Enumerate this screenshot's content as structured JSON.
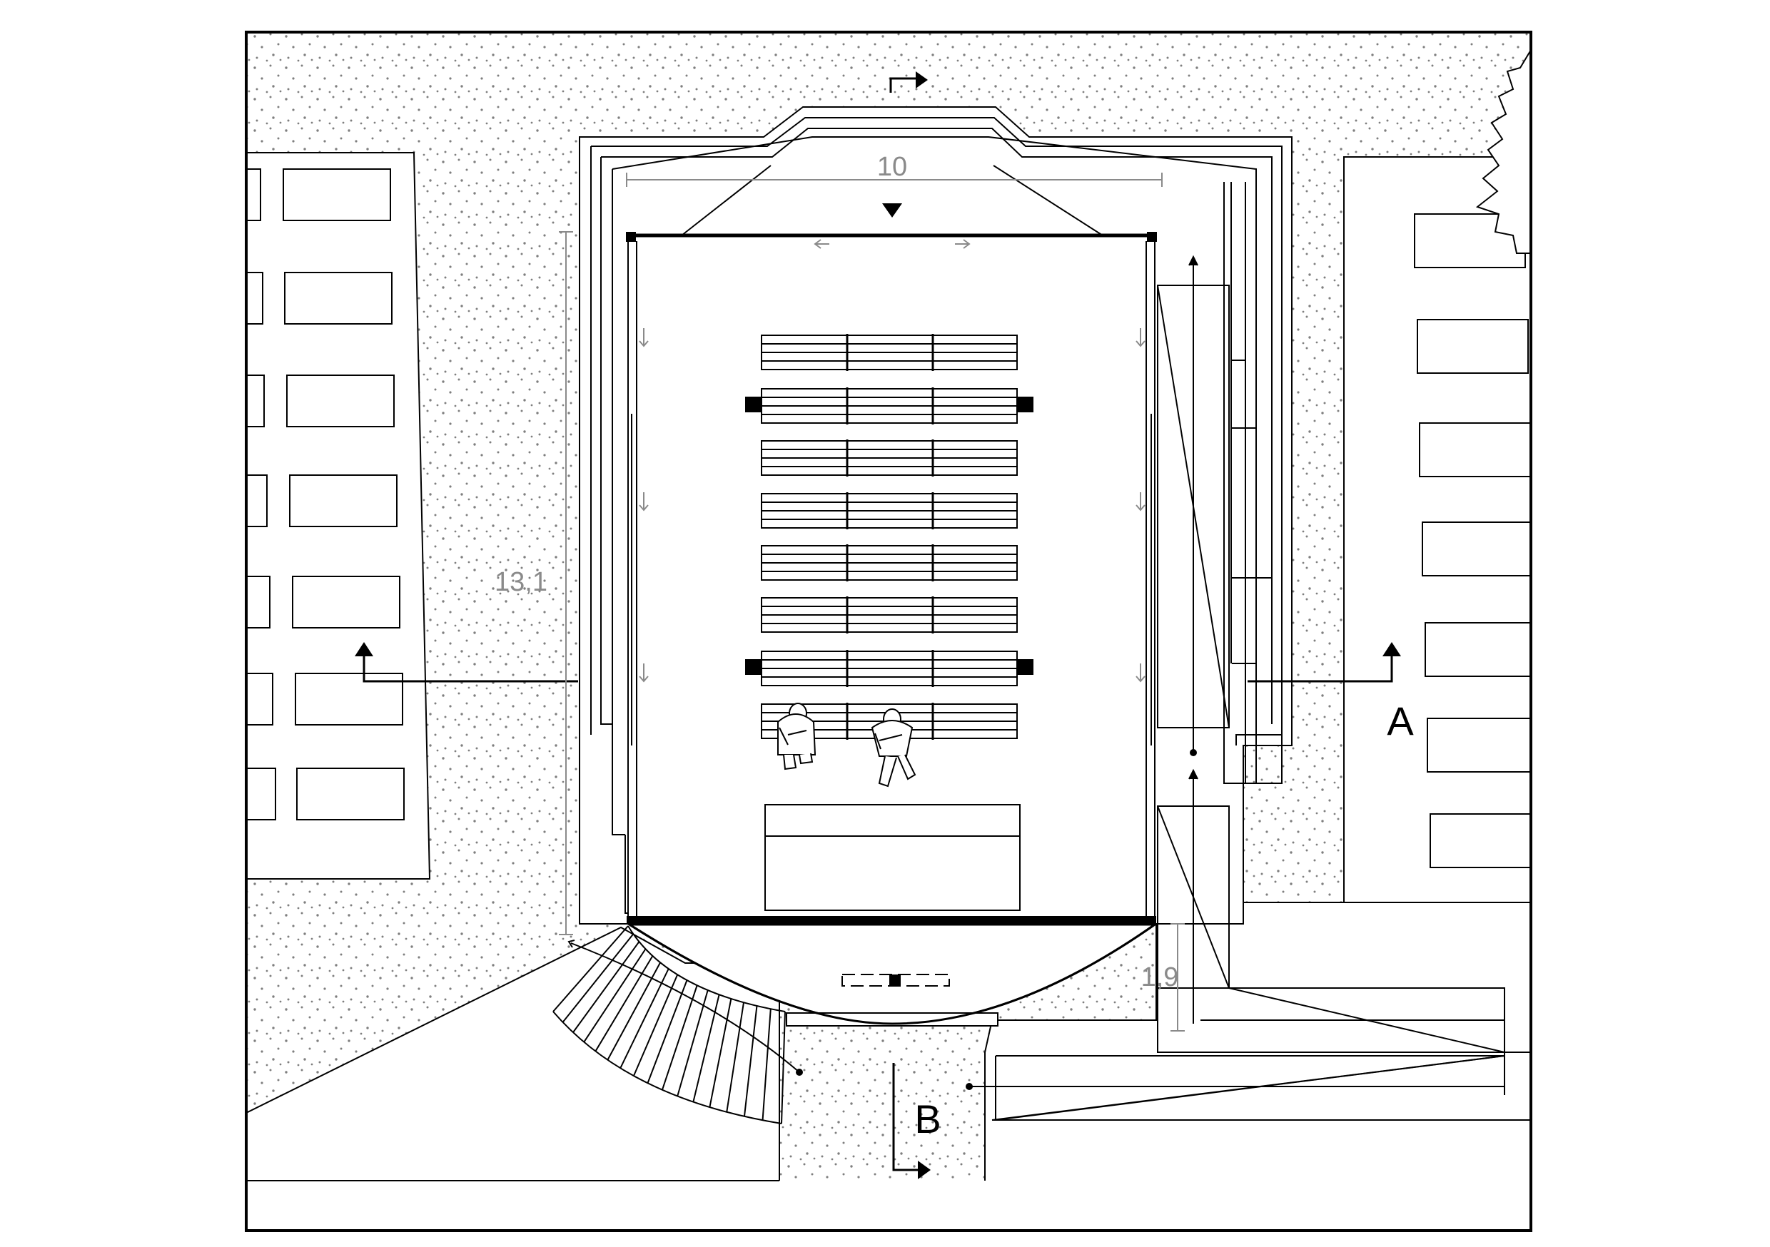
{
  "dimensions": {
    "width": "10",
    "depth": "13,1",
    "step": "1,9"
  },
  "section_markers": {
    "a": "A",
    "b": "B"
  },
  "colors": {
    "ink": "#000000",
    "dimension": "#8a8a8a",
    "ground_dots": "#7f7f7f",
    "paper": "#ffffff"
  }
}
